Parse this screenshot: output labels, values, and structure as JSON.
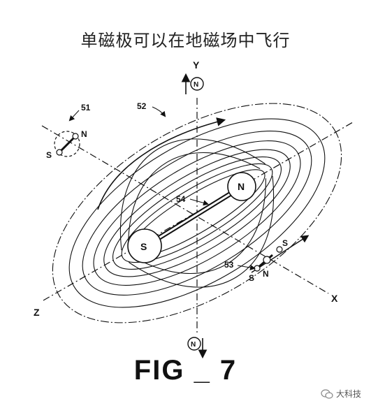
{
  "title": "单磁极可以在地磁场中飞行",
  "caption": "FIG _ 7",
  "watermark": "大科技",
  "axes": {
    "y": "Y",
    "x": "X",
    "z": "Z"
  },
  "callouts": {
    "c51": "51",
    "c52": "52",
    "c53": "53",
    "c54": "54"
  },
  "poles": {
    "south": "S",
    "north": "N"
  },
  "markers": {
    "top": "N",
    "bottom": "N"
  },
  "small_magnet_51": {
    "north": "N",
    "south": "S"
  },
  "small_magnet_53": {
    "north": "N",
    "south1": "S",
    "south2": "S"
  },
  "colors": {
    "ink": "#111111",
    "paper": "#ffffff"
  }
}
